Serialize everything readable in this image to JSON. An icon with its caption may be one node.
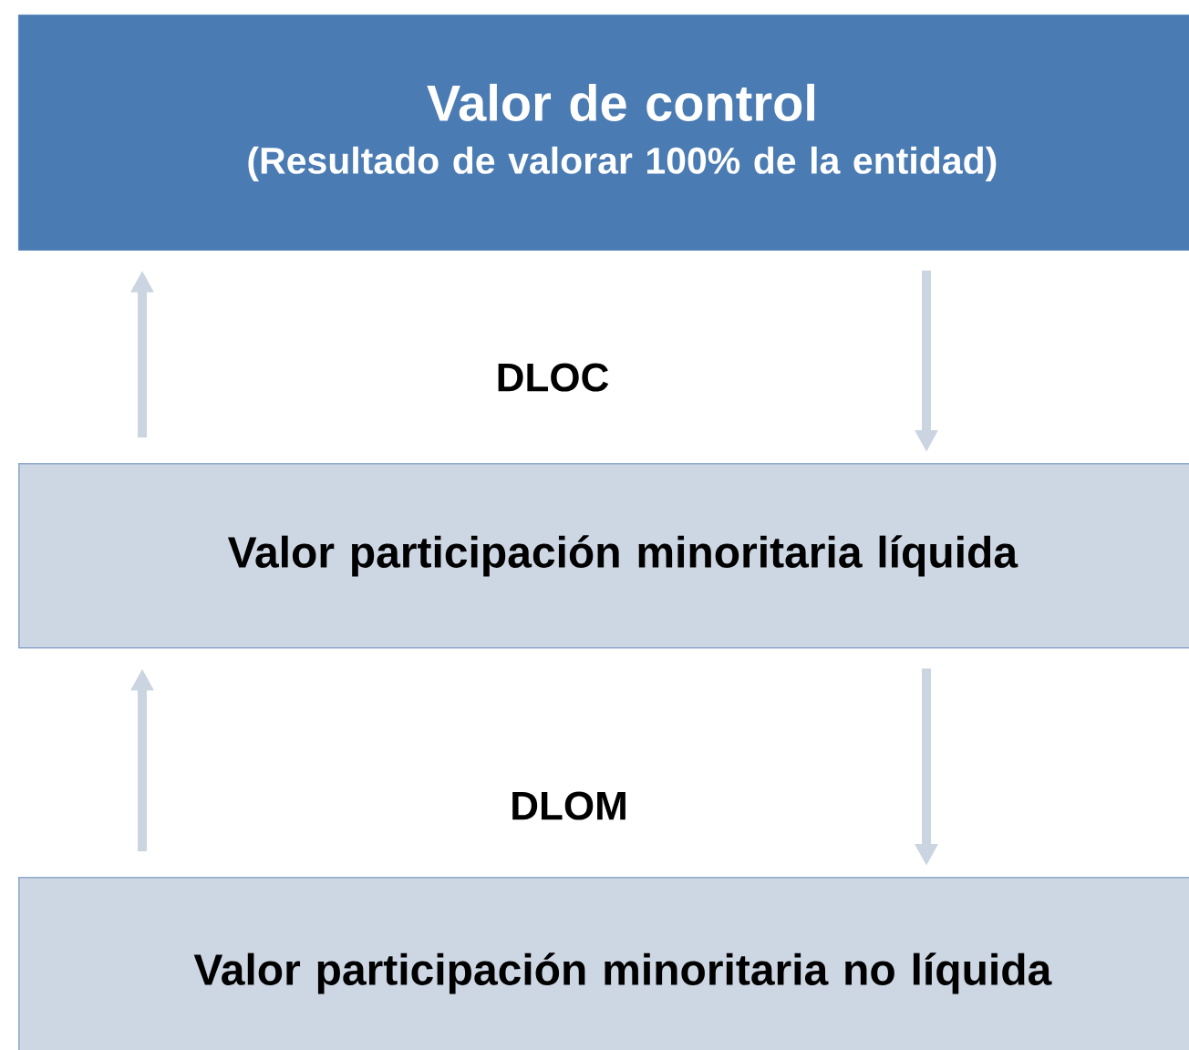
{
  "diagram": {
    "nodes": [
      {
        "text": [
          "Valor de control",
          "(Resultado de valorar 100% de la entidad)"
        ]
      },
      {
        "text": [
          "Valor participación minoritaria líquida"
        ]
      },
      {
        "text": [
          "Valor participación minoritaria no líquida"
        ]
      }
    ],
    "edges": [
      {
        "from": 1,
        "to": 0,
        "arrow": "to"
      },
      {
        "from": 0,
        "to": 1,
        "arrow": "to"
      },
      {
        "from": 2,
        "to": 1,
        "arrow": "to"
      },
      {
        "from": 1,
        "to": 2,
        "arrow": "to"
      }
    ],
    "labels": [
      "DLOC",
      "DLOM"
    ]
  }
}
